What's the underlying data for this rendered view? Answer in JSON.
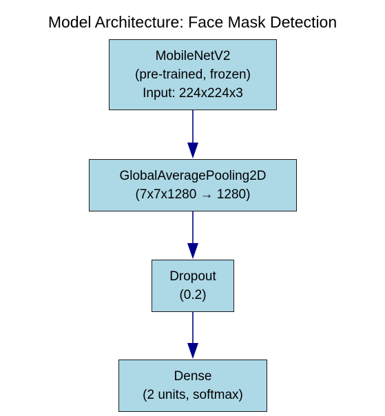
{
  "title": "Model Architecture: Face Mask Detection",
  "colors": {
    "node_fill": "#add8e6",
    "node_border": "#1a1a1a",
    "edge": "#00008b",
    "text": "#000000"
  },
  "nodes": [
    {
      "id": "mobilenetv2",
      "lines": [
        "MobileNetV2",
        "(pre-trained, frozen)",
        "Input: 224x224x3"
      ]
    },
    {
      "id": "gap2d",
      "lines": [
        "GlobalAveragePooling2D",
        "(7x7x1280 → 1280)"
      ]
    },
    {
      "id": "dropout",
      "lines": [
        "Dropout",
        "(0.2)"
      ]
    },
    {
      "id": "dense",
      "lines": [
        "Dense",
        "(2 units, softmax)"
      ]
    }
  ],
  "edges": [
    {
      "from": "mobilenetv2",
      "to": "gap2d"
    },
    {
      "from": "gap2d",
      "to": "dropout"
    },
    {
      "from": "dropout",
      "to": "dense"
    }
  ]
}
